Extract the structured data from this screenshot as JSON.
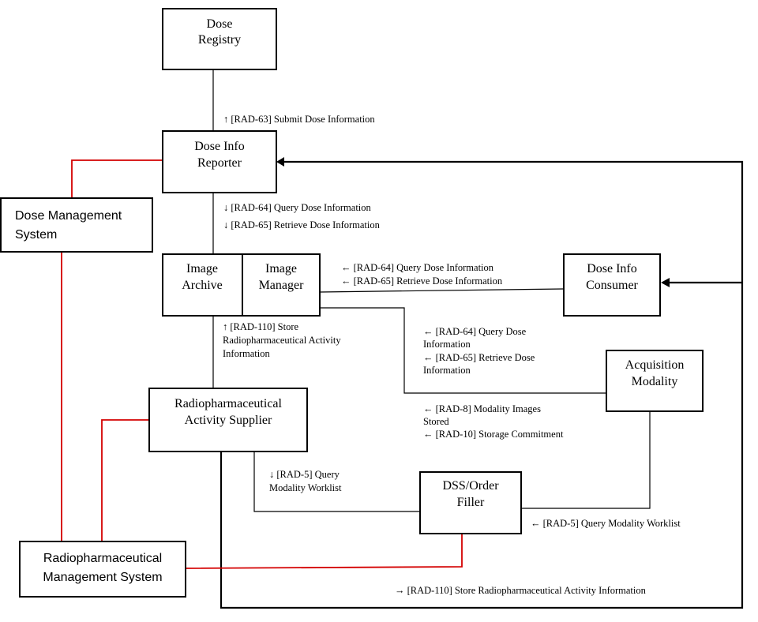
{
  "actors": {
    "dose_registry": [
      "Dose",
      "Registry"
    ],
    "dose_info_reporter": [
      "Dose Info",
      "Reporter"
    ],
    "dose_management_system": [
      "Dose Management",
      "System"
    ],
    "image_archive": [
      "Image",
      "Archive"
    ],
    "image_manager": [
      "Image",
      "Manager"
    ],
    "dose_info_consumer": [
      "Dose Info",
      "Consumer"
    ],
    "acquisition_modality": [
      "Acquisition",
      "Modality"
    ],
    "radiopharmaceutical_activity_supplier": [
      "Radiopharmaceutical",
      "Activity Supplier"
    ],
    "dss_order_filler": [
      "DSS/Order",
      "Filler"
    ],
    "radiopharmaceutical_management_system": [
      "Radiopharmaceutical",
      "Management System"
    ]
  },
  "transactions": {
    "submit_dose": "↑ [RAD-63] Submit Dose Information",
    "reporter_query": "↓ [RAD-64] Query Dose Information",
    "reporter_retrieve": "↓ [RAD-65] Retrieve Dose Information",
    "consumer_query": "← [RAD-64] Query Dose Information",
    "consumer_retrieve": "← [RAD-65] Retrieve Dose Information",
    "store_activity_up": [
      "↑ [RAD-110] Store",
      "Radiopharmaceutical Activity",
      "Information"
    ],
    "modality_query": [
      "← [RAD-64] Query Dose",
      "Information"
    ],
    "modality_retrieve": [
      "← [RAD-65] Retrieve Dose",
      "Information"
    ],
    "modality_images": [
      "← [RAD-8] Modality Images",
      "Stored"
    ],
    "storage_commitment": "← [RAD-10] Storage Commitment",
    "query_worklist_down": [
      "↓ [RAD-5] Query",
      "Modality Worklist"
    ],
    "query_worklist_left": "← [RAD-5] Query Modality Worklist",
    "store_activity_right": "→ [RAD-110] Store Radiopharmaceutical Activity Information"
  }
}
